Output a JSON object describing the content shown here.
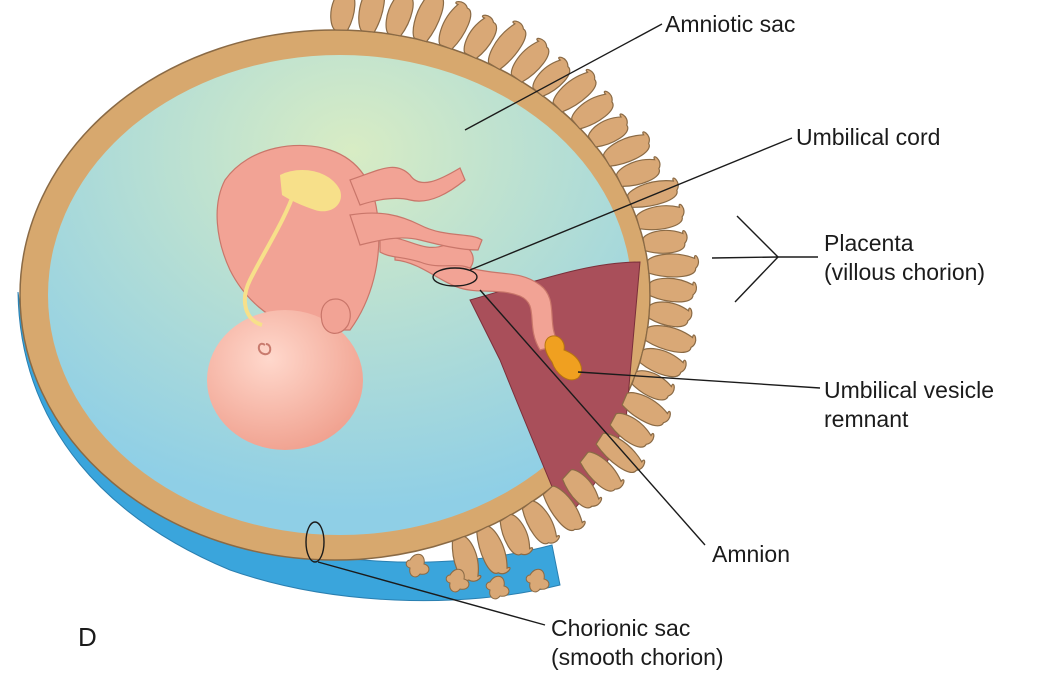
{
  "panel_letter": "D",
  "labels": {
    "amniotic_sac": "Amniotic sac",
    "umbilical_cord": "Umbilical cord",
    "placenta_line1": "Placenta",
    "placenta_line2": "(villous chorion)",
    "umbilical_vesicle_line1": "Umbilical vesicle",
    "umbilical_vesicle_line2": "remnant",
    "amnion": "Amnion",
    "chorionic_sac_line1": "Chorionic sac",
    "chorionic_sac_line2": "(smooth chorion)"
  },
  "colors": {
    "amniotic_fluid": "#8fcfe6",
    "amniotic_fluid_center": "#d8ecc4",
    "chorion_wall": "#d7a86e",
    "chorion_wall_edge": "#8a6a45",
    "outer_blue": "#3aa5dc",
    "villi": "#d9a876",
    "embryo_skin": "#f2a395",
    "umbilical_vesicle": "#f0a020",
    "extraembryonic_coelom": "#a94f5a"
  }
}
